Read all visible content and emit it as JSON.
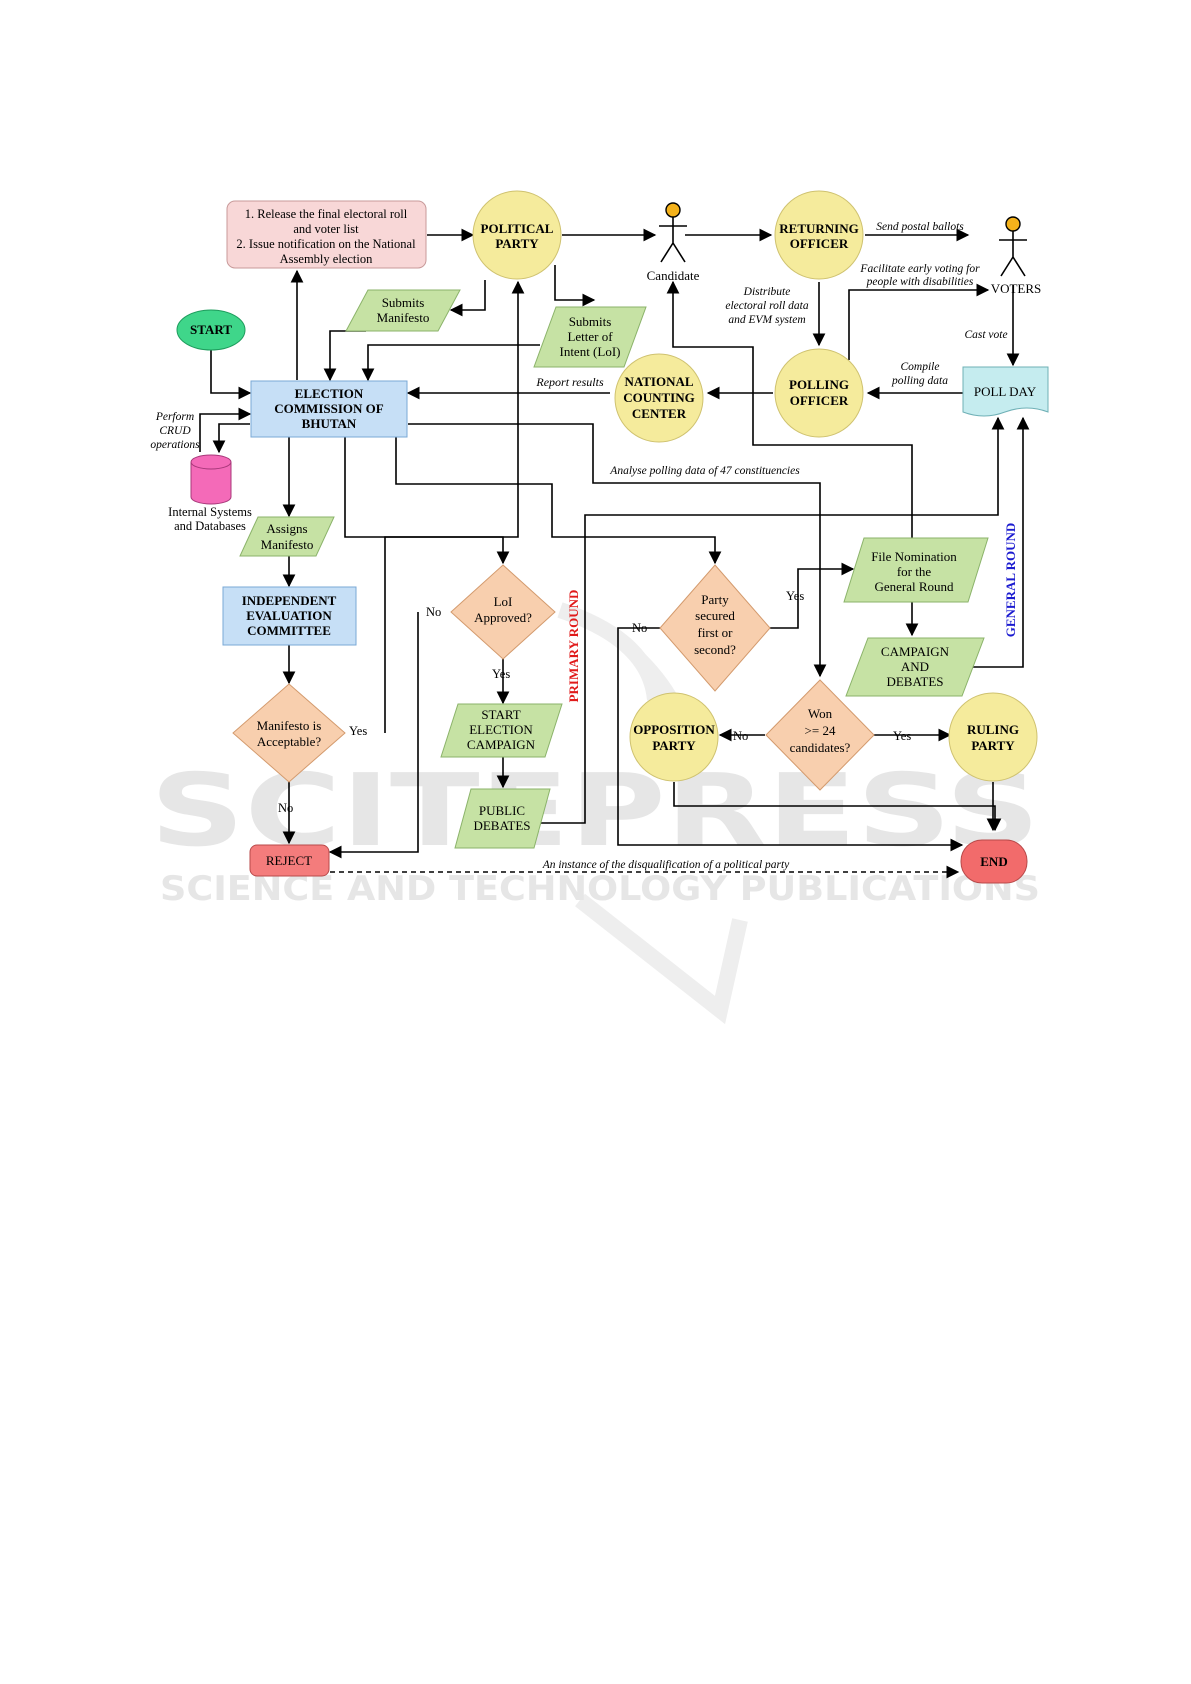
{
  "nodes": {
    "release": {
      "line1": "1. Release the final electoral roll",
      "line2": "and voter list",
      "line3": "2. Issue notification on the National",
      "line4": "Assembly election"
    },
    "political_party": {
      "line1": "POLITICAL",
      "line2": "PARTY"
    },
    "candidate": "Candidate",
    "returning_officer": {
      "line1": "RETURNING",
      "line2": "OFFICER"
    },
    "voters": "VOTERS",
    "start": "START",
    "submits_manifesto": {
      "line1": "Submits",
      "line2": "Manifesto"
    },
    "submits_loi": {
      "line1": "Submits",
      "line2": "Letter of",
      "line3": "Intent (LoI)"
    },
    "election_commission": {
      "line1": "ELECTION",
      "line2": "COMMISSION OF",
      "line3": "BHUTAN"
    },
    "national_counting": {
      "line1": "NATIONAL",
      "line2": "COUNTING",
      "line3": "CENTER"
    },
    "polling_officer": {
      "line1": "POLLING",
      "line2": "OFFICER"
    },
    "poll_day": "POLL DAY",
    "internal_systems": {
      "line1": "Internal Systems",
      "line2": "and Databases"
    },
    "assigns_manifesto": {
      "line1": "Assigns",
      "line2": "Manifesto"
    },
    "independent_committee": {
      "line1": "INDEPENDENT",
      "line2": "EVALUATION",
      "line3": "COMMITTEE"
    },
    "manifesto_acceptable": {
      "line1": "Manifesto is",
      "line2": "Acceptable?"
    },
    "loi_approved": {
      "line1": "LoI",
      "line2": "Approved?"
    },
    "start_campaign": {
      "line1": "START",
      "line2": "ELECTION",
      "line3": "CAMPAIGN"
    },
    "public_debates": {
      "line1": "PUBLIC",
      "line2": "DEBATES"
    },
    "party_secured": {
      "line1": "Party",
      "line2": "secured",
      "line3": "first or",
      "line4": "second?"
    },
    "file_nomination": {
      "line1": "File Nomination",
      "line2": "for the",
      "line3": "General Round"
    },
    "campaign_debates": {
      "line1": "CAMPAIGN",
      "line2": "AND",
      "line3": "DEBATES"
    },
    "won": {
      "line1": "Won",
      "line2": ">= 24",
      "line3": "candidates?"
    },
    "opposition": {
      "line1": "OPPOSITION",
      "line2": "PARTY"
    },
    "ruling": {
      "line1": "RULING",
      "line2": "PARTY"
    },
    "reject": "REJECT",
    "end": "END"
  },
  "edge_labels": {
    "send_postal": "Send postal ballots",
    "facilitate1": "Facilitate early voting for",
    "facilitate2": "people with disabilities",
    "distribute1": "Distribute",
    "distribute2": "electoral roll data",
    "distribute3": "and EVM system",
    "cast_vote": "Cast vote",
    "compile1": "Compile",
    "compile2": "polling data",
    "report_results": "Report results",
    "perform1": "Perform",
    "perform2": "CRUD",
    "perform3": "operations",
    "analyse": "Analyse polling data of 47 constituencies",
    "yes": "Yes",
    "no": "No",
    "disqualification": "An instance of the disqualification of a political party"
  },
  "round_labels": {
    "primary": "PRIMARY ROUND",
    "general": "GENERAL ROUND"
  },
  "watermark": {
    "line1": "SCITEPRESS",
    "line2": "SCIENCE AND TECHNOLOGY PUBLICATIONS"
  },
  "colors": {
    "pink_box": "#f8d7d7",
    "yellow_circle": "#f5eb9c",
    "green_para": "#c6e2a4",
    "blue_box": "#c6dff6",
    "orange_diamond": "#f8cfae",
    "start_green": "#3fd68a",
    "db_pink": "#f46ab8",
    "poll_day": "#c5ecef",
    "reject_red": "#f47c7c",
    "end_red": "#f26b6b",
    "primary_red": "#e01b1b",
    "general_blue": "#1b1bd0"
  }
}
